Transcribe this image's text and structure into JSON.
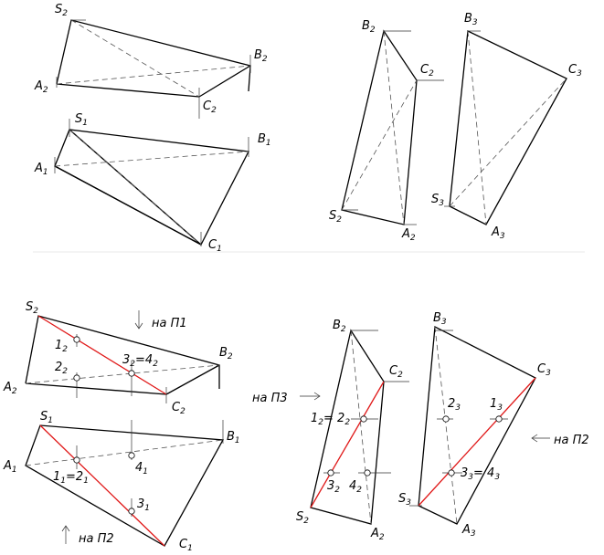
{
  "labels": {
    "s2_a": "S",
    "s2_a_sub": "2",
    "b2_a": "B",
    "b2_a_sub": "2",
    "a2_a": "A",
    "a2_a_sub": "2",
    "c2_a": "C",
    "c2_a_sub": "2",
    "s1_a": "S",
    "s1_a_sub": "1",
    "b1_a": "B",
    "b1_a_sub": "1",
    "a1_a": "A",
    "a1_a_sub": "1",
    "c1_a": "C",
    "c1_a_sub": "1",
    "b2_b": "B",
    "b2_b_sub": "2",
    "c2_b": "C",
    "c2_b_sub": "2",
    "s2_b": "S",
    "s2_b_sub": "2",
    "a2_b": "A",
    "a2_b_sub": "2",
    "b3_b": "B",
    "b3_b_sub": "3",
    "c3_b": "C",
    "c3_b_sub": "3",
    "s3_b": "S",
    "s3_b_sub": "3",
    "a3_b": "A",
    "a3_b_sub": "3",
    "s2_c": "S",
    "s2_c_sub": "2",
    "b2_c": "B",
    "b2_c_sub": "2",
    "a2_c": "A",
    "a2_c_sub": "2",
    "c2_c": "C",
    "c2_c_sub": "2",
    "s1_c": "S",
    "s1_c_sub": "1",
    "b1_c": "B",
    "b1_c_sub": "1",
    "a1_c": "A",
    "a1_c_sub": "1",
    "c1_c": "C",
    "c1_c_sub": "1",
    "p1_2": "1",
    "p1_2_sub": "2",
    "p2_2": "2",
    "p2_2_sub": "2",
    "p34_2": "3",
    "p34_2_sub": "2",
    "p34_2_eq": "=4",
    "p34_2_sub2": "2",
    "p12_1": "1",
    "p12_1_sub": "1",
    "p12_1_eq": "=2",
    "p12_1_sub2": "1",
    "p4_1": "4",
    "p4_1_sub": "1",
    "p3_1": "3",
    "p3_1_sub": "1",
    "b2_d": "B",
    "b2_d_sub": "2",
    "c2_d": "C",
    "c2_d_sub": "2",
    "s2_d": "S",
    "s2_d_sub": "2",
    "a2_d": "A",
    "a2_d_sub": "2",
    "p12_2d": "1",
    "p12_2d_sub": "2",
    "p12_2d_eq": "= 2",
    "p12_2d_sub2": "2",
    "p3_2d": "3",
    "p3_2d_sub": "2",
    "p4_2d": "4",
    "p4_2d_sub": "2",
    "b3_d": "B",
    "b3_d_sub": "3",
    "c3_d": "C",
    "c3_d_sub": "3",
    "s3_d": "S",
    "s3_d_sub": "3",
    "a3_d": "A",
    "a3_d_sub": "3",
    "p2_3d": "2",
    "p2_3d_sub": "3",
    "p1_3d": "1",
    "p1_3d_sub": "3",
    "p34_3d": "3",
    "p34_3d_sub": "3",
    "p34_3d_eq": "= 4",
    "p34_3d_sub2": "3"
  },
  "arrows": {
    "to_p1": "на П1",
    "to_p2": "на П2",
    "to_p3": "на П3",
    "to_p2_right": "на П2"
  },
  "colors": {
    "edge": "#000000",
    "hidden": "#555555",
    "highlight": "#e01818"
  }
}
